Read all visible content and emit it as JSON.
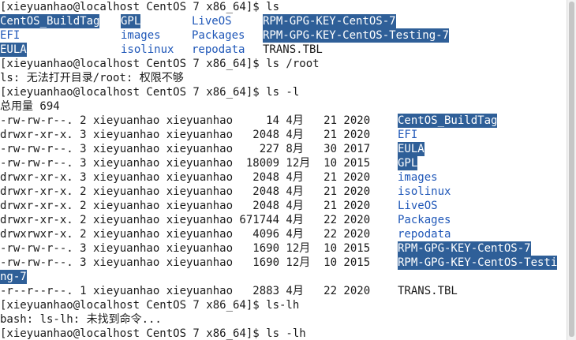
{
  "terminal": {
    "lines": [
      {
        "segments": [
          {
            "text": "[xieyuanhao@localhost CentOS 7 x86_64]$ ls",
            "style": "plain"
          }
        ]
      },
      {
        "segments": [
          {
            "text": "CentOS_BuildTag",
            "style": "hl"
          },
          {
            "text": "GPL",
            "style": "hl"
          },
          {
            "text": "LiveOS",
            "style": "dir"
          },
          {
            "text": "RPM-GPG-KEY-CentOS-7",
            "style": "hl"
          }
        ]
      },
      {
        "segments": [
          {
            "text": "EFI",
            "style": "dir"
          },
          {
            "text": "images",
            "style": "dir"
          },
          {
            "text": "Packages",
            "style": "dir"
          },
          {
            "text": "RPM-GPG-KEY-CentOS-Testing-7",
            "style": "hl"
          }
        ]
      },
      {
        "segments": [
          {
            "text": "EULA",
            "style": "hl"
          },
          {
            "text": "isolinux",
            "style": "dir"
          },
          {
            "text": "repodata",
            "style": "dir"
          },
          {
            "text": "TRANS.TBL",
            "style": "plain"
          }
        ]
      },
      {
        "segments": [
          {
            "text": "[xieyuanhao@localhost CentOS 7 x86_64]$ ls /root",
            "style": "plain"
          }
        ]
      },
      {
        "segments": [
          {
            "text": "ls: 无法打开目录/root: 权限不够",
            "style": "plain"
          }
        ]
      },
      {
        "segments": [
          {
            "text": "[xieyuanhao@localhost CentOS 7 x86_64]$ ls -l",
            "style": "plain"
          }
        ]
      },
      {
        "segments": [
          {
            "text": "总用量 694",
            "style": "plain"
          }
        ]
      },
      {
        "segments": [
          {
            "text": "-rw-rw-r--. 2 xieyuanhao xieyuanhao     14 4月   21 2020 ",
            "style": "plain"
          },
          {
            "text": "CentOS_BuildTag",
            "style": "hl"
          }
        ]
      },
      {
        "segments": [
          {
            "text": "drwxr-xr-x. 3 xieyuanhao xieyuanhao   2048 4月   21 2020 ",
            "style": "plain"
          },
          {
            "text": "EFI",
            "style": "dir"
          }
        ]
      },
      {
        "segments": [
          {
            "text": "-rw-rw-r--. 3 xieyuanhao xieyuanhao    227 8月   30 2017 ",
            "style": "plain"
          },
          {
            "text": "EULA",
            "style": "hl"
          }
        ]
      },
      {
        "segments": [
          {
            "text": "-rw-rw-r--. 3 xieyuanhao xieyuanhao  18009 12月  10 2015 ",
            "style": "plain"
          },
          {
            "text": "GPL",
            "style": "hl"
          }
        ]
      },
      {
        "segments": [
          {
            "text": "drwxr-xr-x. 3 xieyuanhao xieyuanhao   2048 4月   21 2020 ",
            "style": "plain"
          },
          {
            "text": "images",
            "style": "dir"
          }
        ]
      },
      {
        "segments": [
          {
            "text": "drwxr-xr-x. 2 xieyuanhao xieyuanhao   2048 4月   21 2020 ",
            "style": "plain"
          },
          {
            "text": "isolinux",
            "style": "dir"
          }
        ]
      },
      {
        "segments": [
          {
            "text": "drwxr-xr-x. 2 xieyuanhao xieyuanhao   2048 4月   21 2020 ",
            "style": "plain"
          },
          {
            "text": "LiveOS",
            "style": "dir"
          }
        ]
      },
      {
        "segments": [
          {
            "text": "drwxr-xr-x. 2 xieyuanhao xieyuanhao 671744 4月   22 2020 ",
            "style": "plain"
          },
          {
            "text": "Packages",
            "style": "dir"
          }
        ]
      },
      {
        "segments": [
          {
            "text": "drwxrwxr-x. 2 xieyuanhao xieyuanhao   4096 4月   22 2020 ",
            "style": "plain"
          },
          {
            "text": "repodata",
            "style": "dir"
          }
        ]
      },
      {
        "segments": [
          {
            "text": "-rw-rw-r--. 3 xieyuanhao xieyuanhao   1690 12月  10 2015 ",
            "style": "plain"
          },
          {
            "text": "RPM-GPG-KEY-CentOS-7",
            "style": "hl"
          }
        ]
      },
      {
        "segments": [
          {
            "text": "-rw-rw-r--. 3 xieyuanhao xieyuanhao   1690 12月  10 2015 ",
            "style": "plain"
          },
          {
            "text": "RPM-GPG-KEY-CentOS-Testi",
            "style": "hl"
          }
        ]
      },
      {
        "segments": [
          {
            "text": "ng-7",
            "style": "hl"
          }
        ]
      },
      {
        "segments": [
          {
            "text": "-r--r--r--. 1 xieyuanhao xieyuanhao   2883 4月   22 2020 ",
            "style": "plain"
          },
          {
            "text": "TRANS.TBL",
            "style": "plain"
          }
        ]
      },
      {
        "segments": [
          {
            "text": "[xieyuanhao@localhost CentOS 7 x86_64]$ ls-lh",
            "style": "plain"
          }
        ]
      },
      {
        "segments": [
          {
            "text": "bash: ls-lh: 未找到命令...",
            "style": "plain"
          }
        ]
      },
      {
        "segments": [
          {
            "text": "[xieyuanhao@localhost CentOS 7 x86_64]$ ls -lh",
            "style": "plain"
          }
        ]
      }
    ]
  }
}
